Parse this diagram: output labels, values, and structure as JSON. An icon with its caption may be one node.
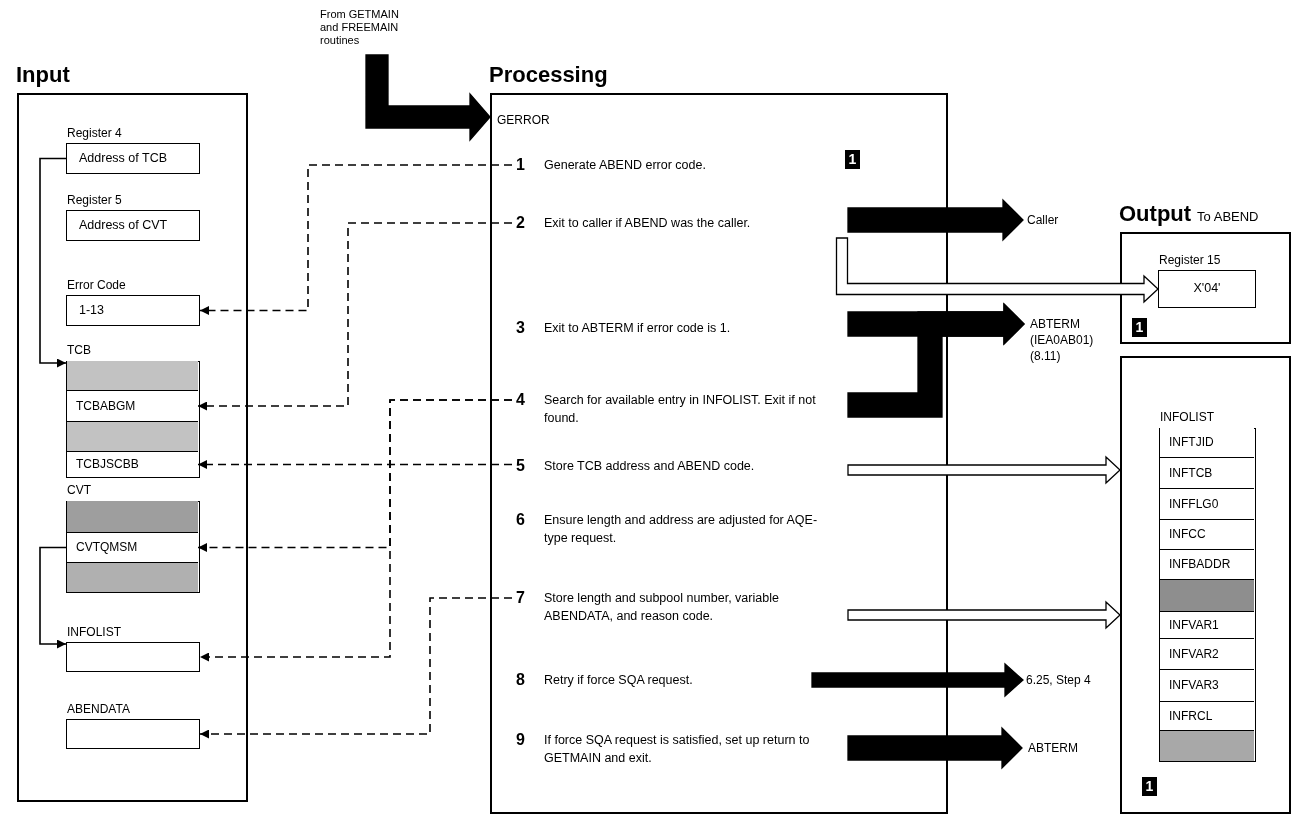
{
  "diagram": {
    "nodes": [
      {
        "text": [
          "Input"
        ]
      },
      {
        "text": [
          "Register 4",
          "Address of TCB"
        ],
        "in": 0
      },
      {
        "text": [
          "Register 5",
          "Address of CVT"
        ],
        "in": 0
      },
      {
        "text": [
          "Error Code",
          "1-13"
        ],
        "in": 0
      },
      {
        "text": [
          "TCB"
        ],
        "in": 0
      },
      {
        "text": [],
        "shape": "box",
        "in": 4
      },
      {
        "text": [
          "TCBABGM"
        ],
        "in": 4
      },
      {
        "text": [],
        "shape": "box",
        "in": 4
      },
      {
        "text": [
          "TCBJSCBB"
        ],
        "in": 4
      },
      {
        "text": [
          "CVT"
        ],
        "in": 0
      },
      {
        "text": [],
        "shape": "box",
        "in": 9
      },
      {
        "text": [
          "CVTQMSM"
        ],
        "in": 9
      },
      {
        "text": [],
        "shape": "box",
        "in": 9
      },
      {
        "text": [
          "INFOLIST"
        ],
        "in": 0
      },
      {
        "text": [
          "ABENDATA"
        ],
        "in": 0
      },
      {
        "text": [
          "From GETMAIN and FREEMAIN routines"
        ]
      },
      {
        "text": [
          "Processing",
          "GERROR"
        ]
      },
      {
        "text": [
          "1",
          "Generate ABEND error code."
        ],
        "in": 16
      },
      {
        "text": [
          "2",
          "Exit to caller if ABEND was the caller."
        ],
        "in": 16
      },
      {
        "text": [
          "3",
          "Exit to ABTERM if error code is 1."
        ],
        "in": 16
      },
      {
        "text": [
          "4",
          "Search for available entry in INFOLIST. Exit if not found."
        ],
        "in": 16
      },
      {
        "text": [
          "5",
          "Store TCB address and ABEND code."
        ],
        "in": 16
      },
      {
        "text": [
          "6",
          "Ensure length and address are adjusted for AQE-type request."
        ],
        "in": 16
      },
      {
        "text": [
          "7",
          "Store length and subpool number, variable ABENDATA, and reason code."
        ],
        "in": 16
      },
      {
        "text": [
          "8",
          "Retry if force SQA request."
        ],
        "in": 16
      },
      {
        "text": [
          "9",
          "If force SQA request is satisfied, set up return to GETMAIN and exit."
        ],
        "in": 16
      },
      {
        "text": [
          "Caller"
        ]
      },
      {
        "text": [
          "ABTERM (IEA0AB01) (8.11)"
        ]
      },
      {
        "text": [
          "Output",
          "To ABEND"
        ]
      },
      {
        "text": [
          "Register 15",
          "X'04'"
        ],
        "in": 28
      },
      {
        "text": [
          "6.25, Step 4"
        ]
      },
      {
        "text": [
          "ABTERM"
        ]
      },
      {
        "text": [],
        "shape": "box"
      },
      {
        "text": [
          "INFOLIST"
        ],
        "in": 32
      },
      {
        "text": [
          "INFTJID"
        ],
        "in": 33
      },
      {
        "text": [
          "INFTCB"
        ],
        "in": 33
      },
      {
        "text": [
          "INFFLG0"
        ],
        "in": 33
      },
      {
        "text": [
          "INFCC"
        ],
        "in": 33
      },
      {
        "text": [
          "INFBADDR"
        ],
        "in": 33
      },
      {
        "text": [],
        "shape": "box",
        "in": 33
      },
      {
        "text": [
          "INFVAR1"
        ],
        "in": 33
      },
      {
        "text": [
          "INFVAR2"
        ],
        "in": 33
      },
      {
        "text": [
          "INFVAR3"
        ],
        "in": 33
      },
      {
        "text": [
          "INFRCL"
        ],
        "in": 33
      },
      {
        "text": [],
        "shape": "box",
        "in": 33
      }
    ],
    "edges": [
      {
        "from": 15,
        "to": 16,
        "arrow": "to",
        "style": "thick"
      },
      {
        "from": 17,
        "to": 3,
        "arrow": "to",
        "style": "dashed"
      },
      {
        "from": 18,
        "to": 6,
        "arrow": "to",
        "style": "dashed"
      },
      {
        "from": 20,
        "to": 13,
        "arrow": "to",
        "style": "dashed"
      },
      {
        "from": 20,
        "to": 11,
        "arrow": "to",
        "style": "dashed"
      },
      {
        "from": 21,
        "to": 8,
        "arrow": "to",
        "style": "dashed"
      },
      {
        "from": 23,
        "to": 14,
        "arrow": "to",
        "style": "dashed"
      },
      {
        "from": 1,
        "to": 4,
        "arrow": "to"
      },
      {
        "from": 11,
        "to": 13,
        "arrow": "to"
      },
      {
        "from": 18,
        "to": 26,
        "arrow": "to",
        "style": "thick"
      },
      {
        "from": 18,
        "to": 29,
        "arrow": "to",
        "style": "thick",
        "color": "#ffffff"
      },
      {
        "from": 19,
        "to": 27,
        "arrow": "to",
        "style": "thick"
      },
      {
        "from": 20,
        "to": 27,
        "arrow": "to",
        "style": "thick"
      },
      {
        "from": 21,
        "to": 32,
        "arrow": "to",
        "style": "thick",
        "color": "#ffffff"
      },
      {
        "from": 23,
        "to": 32,
        "arrow": "to",
        "style": "thick",
        "color": "#ffffff"
      },
      {
        "from": 24,
        "to": 30,
        "arrow": "to",
        "style": "thick"
      },
      {
        "from": 25,
        "to": 31,
        "arrow": "to",
        "style": "thick"
      }
    ],
    "labels": [
      "1",
      "1",
      "1"
    ]
  }
}
